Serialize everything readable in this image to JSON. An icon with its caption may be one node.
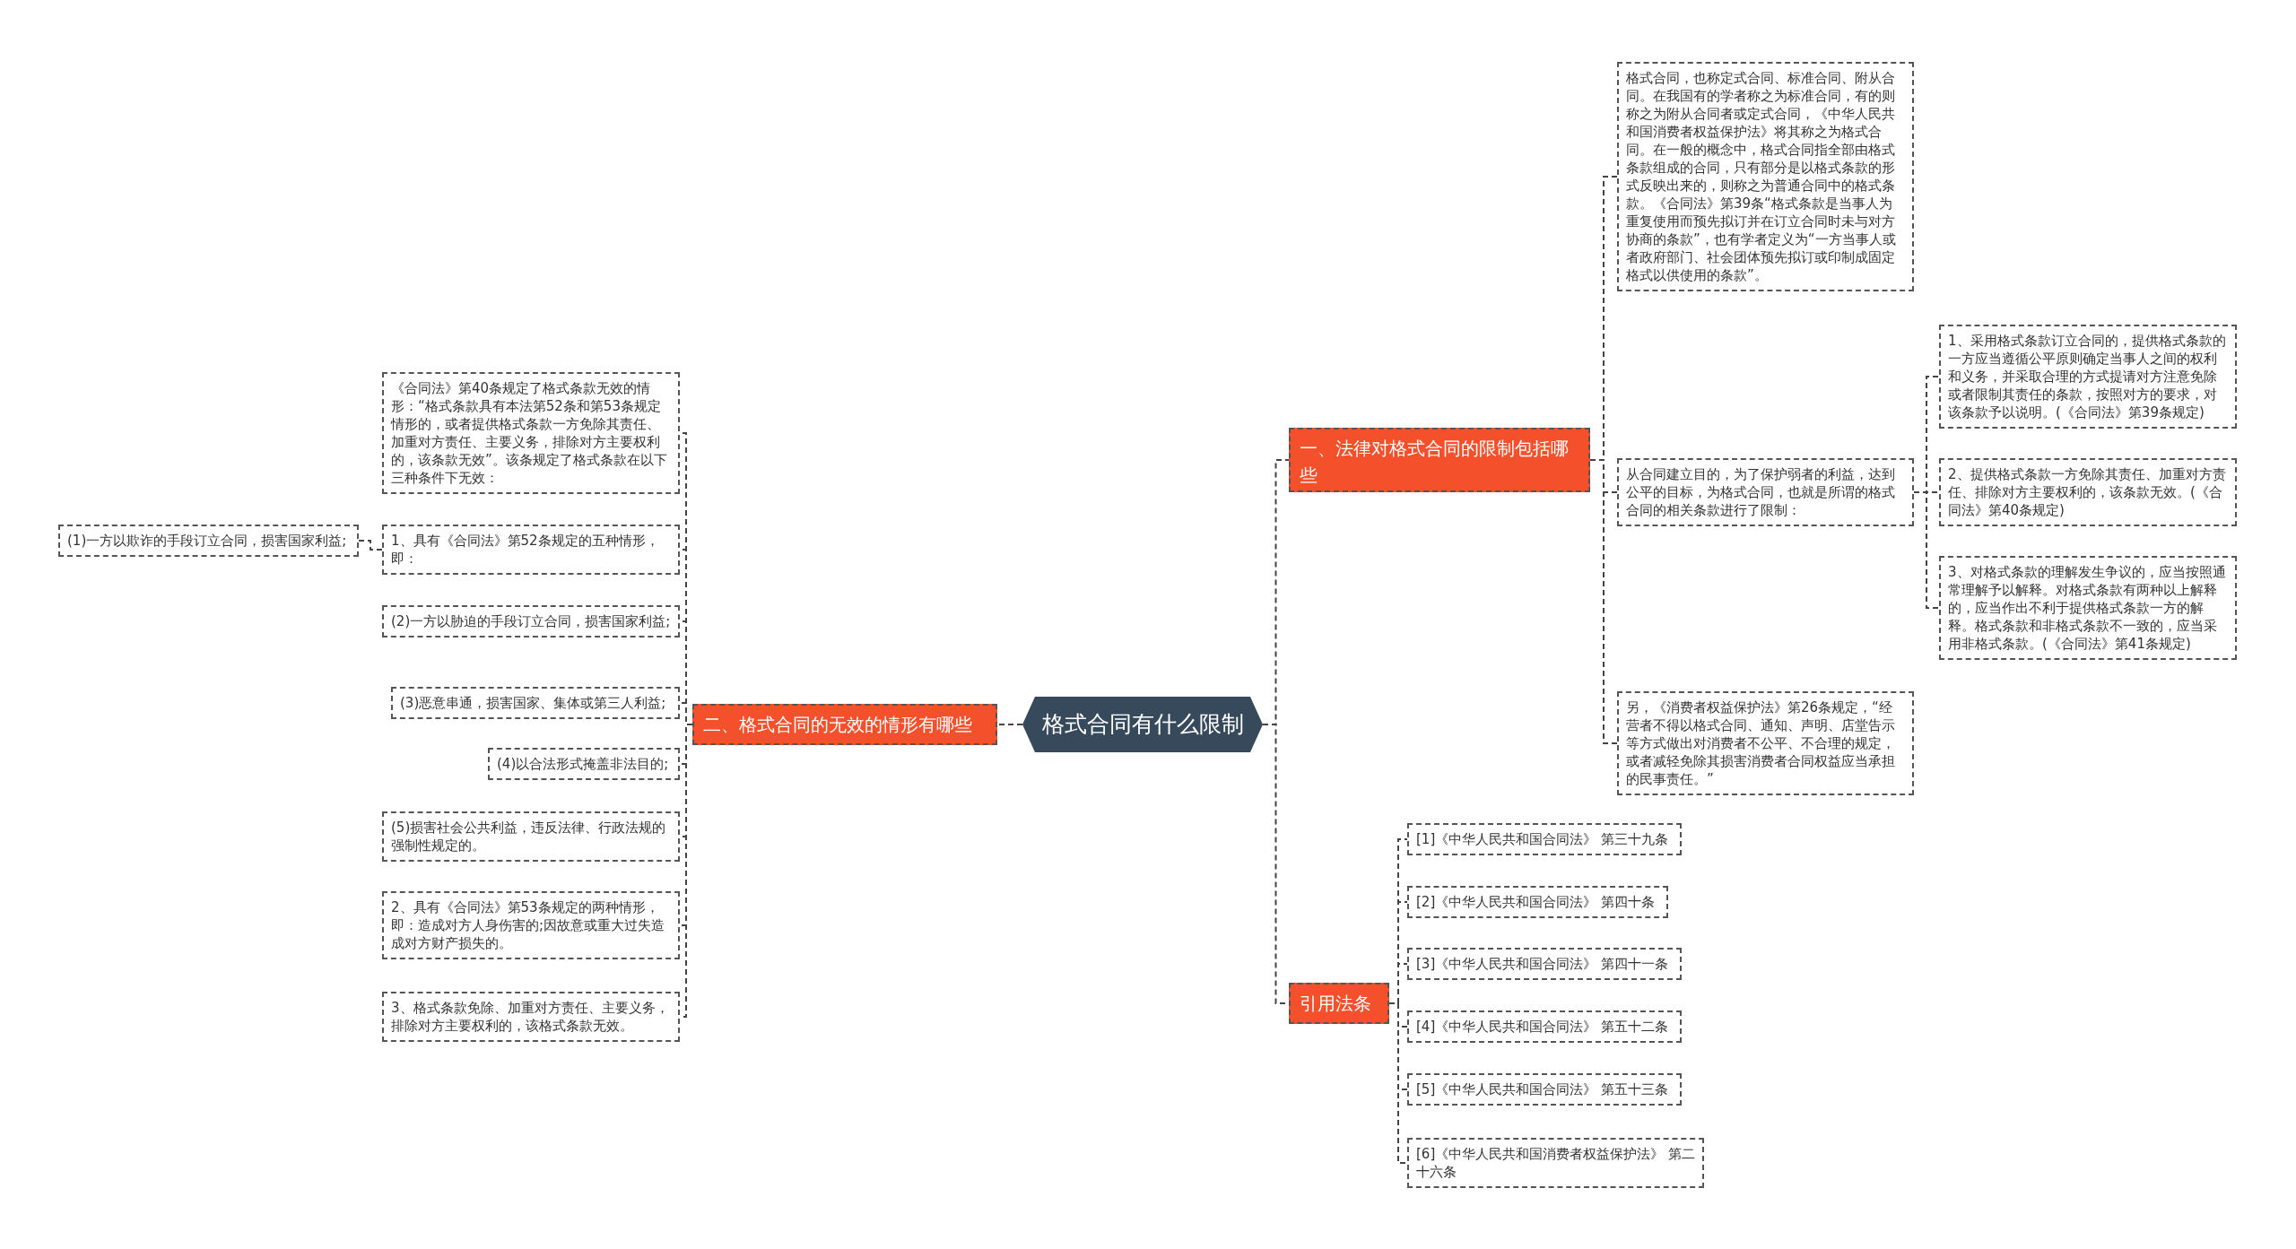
{
  "diagram": {
    "nodes": [
      {
        "text": [
          "格式合同有什么限制"
        ]
      },
      {
        "text": [
          "一、法律对格式合同的限制包括哪些"
        ]
      },
      {
        "text": [
          "格式合同，也称定式合同、标准合同、附从合同。在我国有的学者称之为标准合同，有的则称之为附从合同者或定式合同，《中华人民共和国消费者权益保护法》将其称之为格式合同。在一般的概念中，格式合同指全部由格式条款组成的合同，只有部分是以格式条款的形式反映出来的，则称之为普通合同中的格式条款。《合同法》第39条“格式条款是当事人为重复使用而预先拟订并在订立合同时未与对方协商的条款”，也有学者定义为“一方当事人或者政府部门、社会团体预先拟订或印制成固定格式以供使用的条款”。"
        ]
      },
      {
        "text": [
          "从合同建立目的，为了保护弱者的利益，达到公平的目标，为格式合同，也就是所谓的格式合同的相关条款进行了限制："
        ]
      },
      {
        "text": [
          "1、采用格式条款订立合同的，提供格式条款的一方应当遵循公平原则确定当事人之间的权利和义务，并采取合理的方式提请对方注意免除或者限制其责任的条款，按照对方的要求，对该条款予以说明。(《合同法》第39条规定)"
        ]
      },
      {
        "text": [
          "2、提供格式条款一方免除其责任、加重对方责任、排除对方主要权利的，该条款无效。(《合同法》第40条规定)"
        ]
      },
      {
        "text": [
          "3、对格式条款的理解发生争议的，应当按照通常理解予以解释。对格式条款有两种以上解释的，应当作出不利于提供格式条款一方的解释。格式条款和非格式条款不一致的，应当采用非格式条款。(《合同法》第41条规定)"
        ]
      },
      {
        "text": [
          "另，《消费者权益保护法》第26条规定，“经营者不得以格式合同、通知、声明、店堂告示等方式做出对消费者不公平、不合理的规定，或者减轻免除其损害消费者合同权益应当承担的民事责任。”"
        ]
      },
      {
        "text": [
          "二、格式合同的无效的情形有哪些"
        ]
      },
      {
        "text": [
          "《合同法》第40条规定了格式条款无效的情形：“格式条款具有本法第52条和第53条规定情形的，或者提供格式条款一方免除其责任、加重对方责任、主要义务，排除对方主要权利的，该条款无效”。该条规定了格式条款在以下三种条件下无效："
        ]
      },
      {
        "text": [
          "1、具有《合同法》第52条规定的五种情形，即："
        ]
      },
      {
        "text": [
          "(1)一方以欺诈的手段订立合同，损害国家利益;"
        ]
      },
      {
        "text": [
          "(2)一方以胁迫的手段订立合同，损害国家利益;"
        ]
      },
      {
        "text": [
          "(3)恶意串通，损害国家、集体或第三人利益;"
        ]
      },
      {
        "text": [
          "(4)以合法形式掩盖非法目的;"
        ]
      },
      {
        "text": [
          "(5)损害社会公共利益，违反法律、行政法规的强制性规定的。"
        ]
      },
      {
        "text": [
          "2、具有《合同法》第53条规定的两种情形，即：造成对方人身伤害的;因故意或重大过失造成对方财产损失的。"
        ]
      },
      {
        "text": [
          "3、格式条款免除、加重对方责任、主要义务，排除对方主要权利的，该格式条款无效。"
        ]
      },
      {
        "text": [
          "引用法条"
        ]
      },
      {
        "text": [
          "[1]《中华人民共和国合同法》 第三十九条"
        ]
      },
      {
        "text": [
          "[2]《中华人民共和国合同法》 第四十条"
        ]
      },
      {
        "text": [
          "[3]《中华人民共和国合同法》 第四十一条"
        ]
      },
      {
        "text": [
          "[4]《中华人民共和国合同法》 第五十二条"
        ]
      },
      {
        "text": [
          "[5]《中华人民共和国合同法》 第五十三条"
        ]
      },
      {
        "text": [
          "[6]《中华人民共和国消费者权益保护法》 第二十六条"
        ]
      }
    ],
    "edges": [
      {
        "from": 0,
        "to": 1,
        "arrow": "none"
      },
      {
        "from": 0,
        "to": 8,
        "arrow": "none"
      },
      {
        "from": 0,
        "to": 18,
        "arrow": "none"
      },
      {
        "from": 1,
        "to": 2,
        "arrow": "none"
      },
      {
        "from": 1,
        "to": 3,
        "arrow": "none"
      },
      {
        "from": 1,
        "to": 7,
        "arrow": "none"
      },
      {
        "from": 3,
        "to": 4,
        "arrow": "none"
      },
      {
        "from": 3,
        "to": 5,
        "arrow": "none"
      },
      {
        "from": 3,
        "to": 6,
        "arrow": "none"
      },
      {
        "from": 8,
        "to": 9,
        "arrow": "none"
      },
      {
        "from": 8,
        "to": 10,
        "arrow": "none"
      },
      {
        "from": 8,
        "to": 12,
        "arrow": "none"
      },
      {
        "from": 8,
        "to": 13,
        "arrow": "none"
      },
      {
        "from": 8,
        "to": 14,
        "arrow": "none"
      },
      {
        "from": 8,
        "to": 15,
        "arrow": "none"
      },
      {
        "from": 8,
        "to": 16,
        "arrow": "none"
      },
      {
        "from": 8,
        "to": 17,
        "arrow": "none"
      },
      {
        "from": 10,
        "to": 11,
        "arrow": "none"
      },
      {
        "from": 18,
        "to": 19,
        "arrow": "none"
      },
      {
        "from": 18,
        "to": 20,
        "arrow": "none"
      },
      {
        "from": 18,
        "to": 21,
        "arrow": "none"
      },
      {
        "from": 18,
        "to": 22,
        "arrow": "none"
      },
      {
        "from": 18,
        "to": 23,
        "arrow": "none"
      },
      {
        "from": 18,
        "to": 24,
        "arrow": "none"
      }
    ]
  }
}
